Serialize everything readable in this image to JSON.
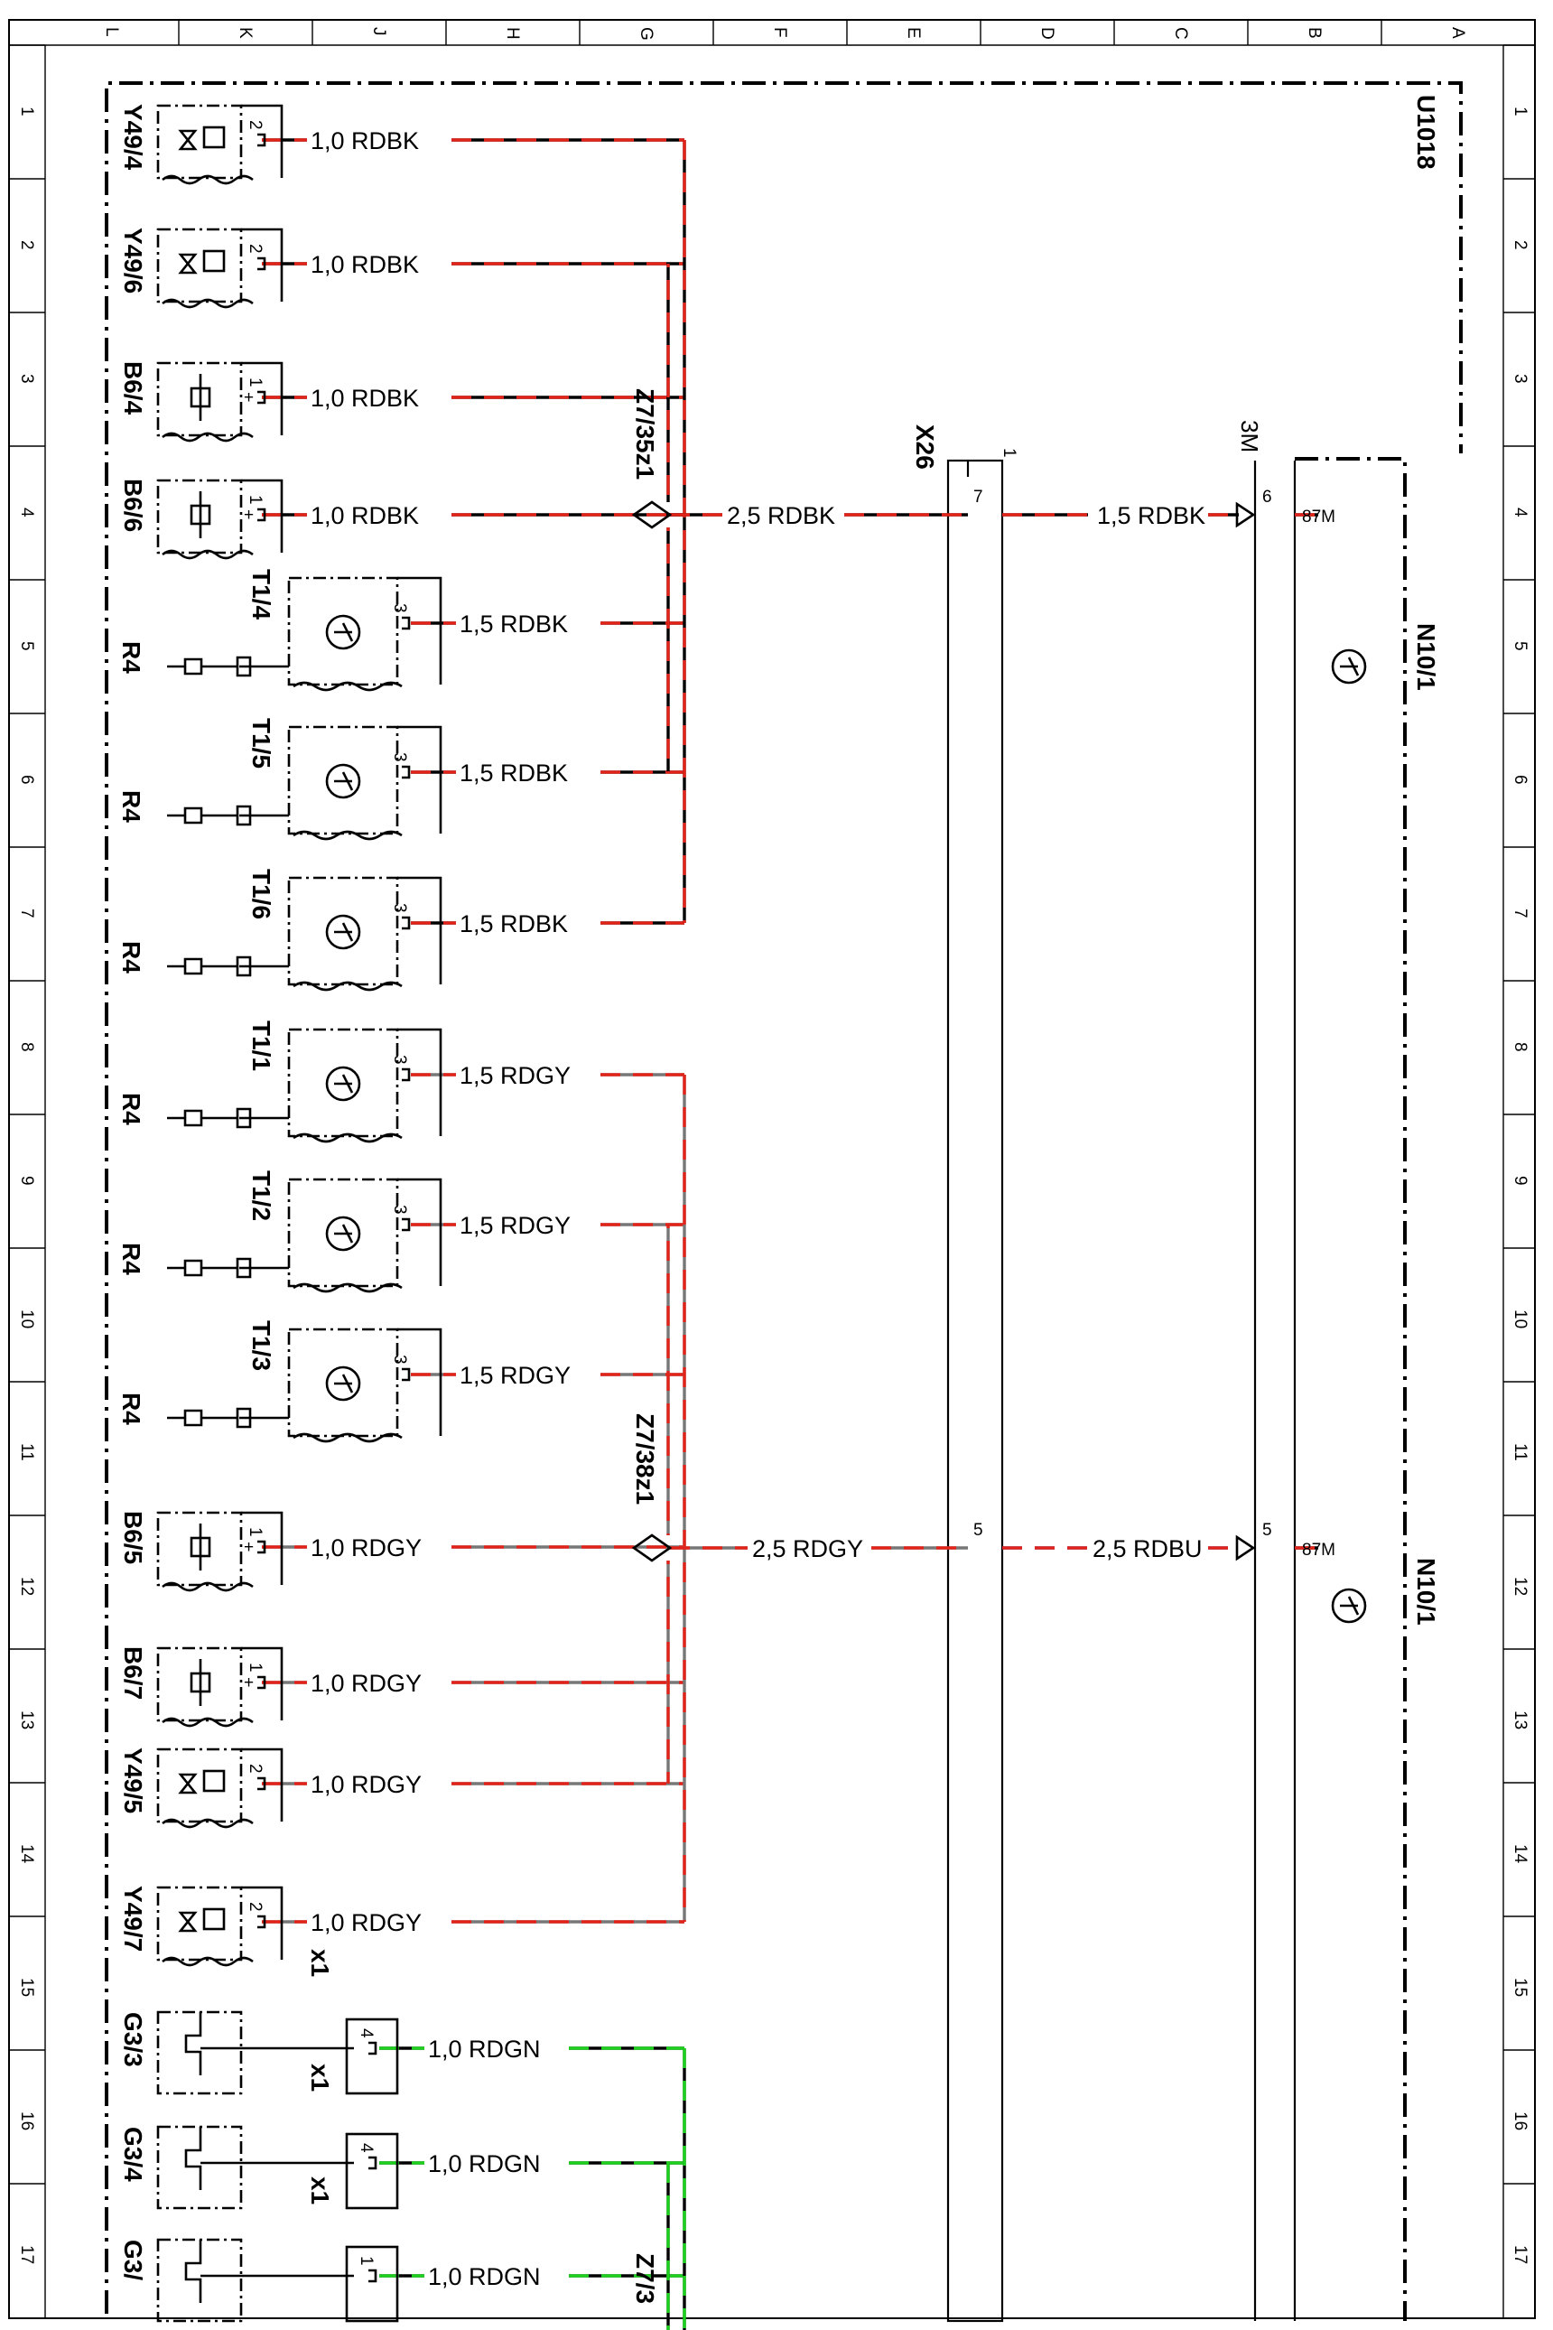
{
  "column_letters": [
    "L",
    "K",
    "J",
    "H",
    "G",
    "F",
    "E",
    "D",
    "C",
    "B",
    "A"
  ],
  "row_numbers": [
    "1",
    "2",
    "3",
    "4",
    "5",
    "6",
    "7",
    "8",
    "9",
    "10",
    "11",
    "12",
    "13",
    "14",
    "15",
    "16",
    "17"
  ],
  "module_label": "U1018",
  "connector_x26": {
    "name": "X26",
    "top_pin": "1",
    "pin_a": "7",
    "pin_b": "5"
  },
  "connector_3m": {
    "name": "3M",
    "pin_a": "6",
    "pin_b": "5",
    "term_a": "87M",
    "term_b": "87M"
  },
  "n10_units": [
    "N10/1",
    "N10/1"
  ],
  "splices": [
    "Z7/35z1",
    "Z7/38z1",
    "Z7/3"
  ],
  "splice_feeds": [
    "2,5 RDBK",
    "2,5 RDGY"
  ],
  "cross_wires": [
    "1,5 RDBK",
    "2,5 RDBU"
  ],
  "sub_pin_label": "x1",
  "resistor_label": "R4",
  "components": [
    {
      "name": "Y49/4",
      "pin": "2",
      "wire": "1,0 RDBK"
    },
    {
      "name": "Y49/6",
      "pin": "2",
      "wire": "1,0 RDBK"
    },
    {
      "name": "B6/4",
      "pin": "1",
      "wire": "1,0 RDBK"
    },
    {
      "name": "B6/6",
      "pin": "1",
      "wire": "1,0 RDBK"
    },
    {
      "name": "T1/4",
      "pin": "3",
      "wire": "1,5 RDBK"
    },
    {
      "name": "T1/5",
      "pin": "3",
      "wire": "1,5 RDBK"
    },
    {
      "name": "T1/6",
      "pin": "3",
      "wire": "1,5 RDBK"
    },
    {
      "name": "T1/1",
      "pin": "3",
      "wire": "1,5 RDGY"
    },
    {
      "name": "T1/2",
      "pin": "3",
      "wire": "1,5 RDGY"
    },
    {
      "name": "T1/3",
      "pin": "3",
      "wire": "1,5 RDGY"
    },
    {
      "name": "B6/5",
      "pin": "1",
      "wire": "1,0 RDGY"
    },
    {
      "name": "B6/7",
      "pin": "1",
      "wire": "1,0 RDGY"
    },
    {
      "name": "Y49/5",
      "pin": "2",
      "wire": "1,0 RDGY"
    },
    {
      "name": "Y49/7",
      "pin": "2",
      "wire": "1,0 RDGY"
    },
    {
      "name": "G3/3",
      "pin": "4",
      "wire": "1,0 RDGN"
    },
    {
      "name": "G3/4",
      "pin": "4",
      "wire": "1,0 RDGN"
    },
    {
      "name": "G3/",
      "pin": "1",
      "wire": "1,0 RDGN"
    }
  ]
}
